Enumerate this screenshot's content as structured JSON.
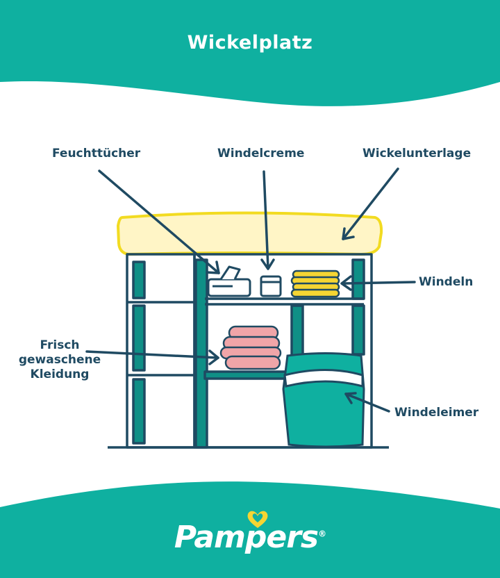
{
  "header": {
    "title": "Wickelplatz"
  },
  "labels": {
    "wipes": "Feuchttücher",
    "cream": "Windelcreme",
    "changing_pad": "Wickelunterlage",
    "diapers": "Windeln",
    "clothes_line1": "Frisch",
    "clothes_line2": "gewaschene",
    "clothes_line3": "Kleidung",
    "diaper_bin": "Windeleimer"
  },
  "brand": {
    "name": "Pampers",
    "trademark": "®"
  },
  "colors": {
    "teal": "#0fb0a0",
    "dark_teal": "#0f8f86",
    "outline": "#1f4a62",
    "pad_yellow": "#fff5c6",
    "pad_outline": "#f2db21",
    "clothes_pink": "#f0a5a8",
    "heart_yellow": "#f5d533"
  }
}
